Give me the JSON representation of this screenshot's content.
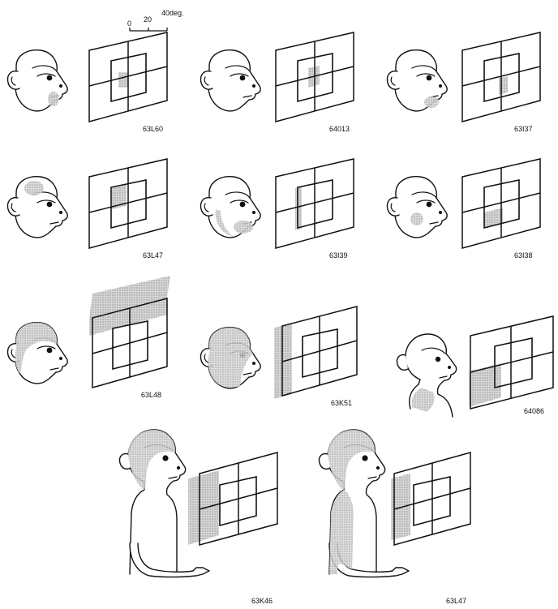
{
  "scale": {
    "ticks": [
      "0",
      "20",
      "40deg."
    ]
  },
  "panels": [
    {
      "id": "63L60",
      "label": "63L60"
    },
    {
      "id": "64013",
      "label": "64013"
    },
    {
      "id": "63I37",
      "label": "63I37"
    },
    {
      "id": "63L47",
      "label": "63L47"
    },
    {
      "id": "63I39",
      "label": "63I39"
    },
    {
      "id": "63I38",
      "label": "63I38"
    },
    {
      "id": "63L48",
      "label": "63L48"
    },
    {
      "id": "63K51",
      "label": "63K51"
    },
    {
      "id": "64086",
      "label": "64086"
    },
    {
      "id": "63K46",
      "label": "63K46"
    },
    {
      "id": "63L47b",
      "label": "63L47"
    }
  ],
  "colors": {
    "line": "#111111",
    "receptive_field": "#bdbdbd"
  }
}
